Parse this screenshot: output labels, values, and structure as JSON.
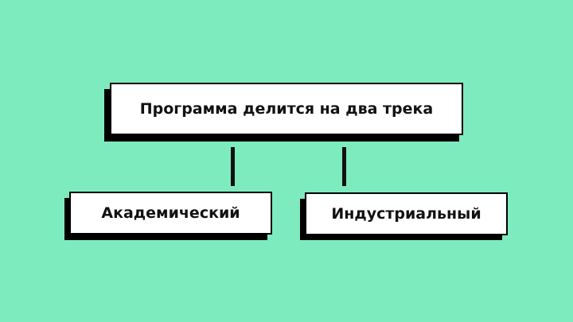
{
  "diagram": {
    "root": {
      "label": "Программа делится на два трека"
    },
    "children": [
      {
        "label": "Академический"
      },
      {
        "label": "Индустриальный"
      }
    ]
  },
  "colors": {
    "background": "#7debbe",
    "box_fill": "#ffffff",
    "box_border": "#000000",
    "shadow": "#000000",
    "text": "#111111"
  }
}
